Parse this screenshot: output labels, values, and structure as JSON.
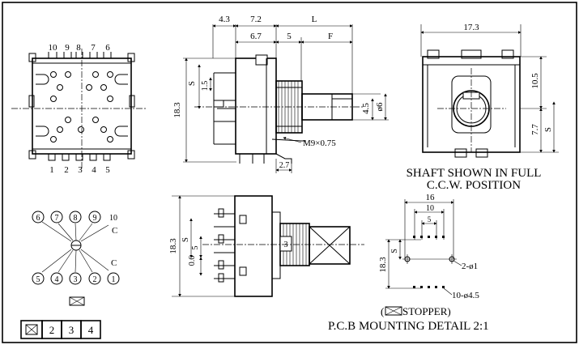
{
  "front": {
    "top_pins": [
      "10",
      "9",
      "8",
      "7",
      "6"
    ],
    "bottom_pins": [
      "1",
      "2",
      "3",
      "4",
      "5"
    ]
  },
  "side": {
    "dims": {
      "a": "4.3",
      "b": "7.2",
      "L": "L",
      "c": "6.7",
      "d": "5",
      "F": "F",
      "h": "18.3",
      "s": "S",
      "e": "1.5",
      "f": "4.5",
      "g": "ø6",
      "t": "2.7"
    },
    "thread": "M9×0.75"
  },
  "right": {
    "dims": {
      "w": "17.3",
      "u": "10.5",
      "v": "7.7",
      "s": "S"
    },
    "caption_line1": "SHAFT SHOWN IN FULL",
    "caption_line2": "C.C.W. POSITION"
  },
  "bottom_side": {
    "dims": {
      "h": "18.3",
      "s": "S",
      "m": "5",
      "n": "0.6",
      "k": "3"
    }
  },
  "circuit": {
    "top_labels": [
      "6",
      "7",
      "8",
      "9",
      "10"
    ],
    "bottom_labels": [
      "5",
      "4",
      "3",
      "2",
      "1"
    ],
    "common_top": "C",
    "common_bottom": "C"
  },
  "legend": {
    "boxes": [
      "2",
      "3",
      "4"
    ]
  },
  "pcb": {
    "dims": {
      "w": "16",
      "m": "10",
      "n": "5",
      "h": "18.3",
      "s": "S"
    },
    "hole_small": "2-ø1",
    "hole_large": "10-ø4.5",
    "stopper_prefix": "(",
    "stopper_text": "STOPPER)",
    "title": "P.C.B  MOUNTING DETAIL 2:1"
  }
}
